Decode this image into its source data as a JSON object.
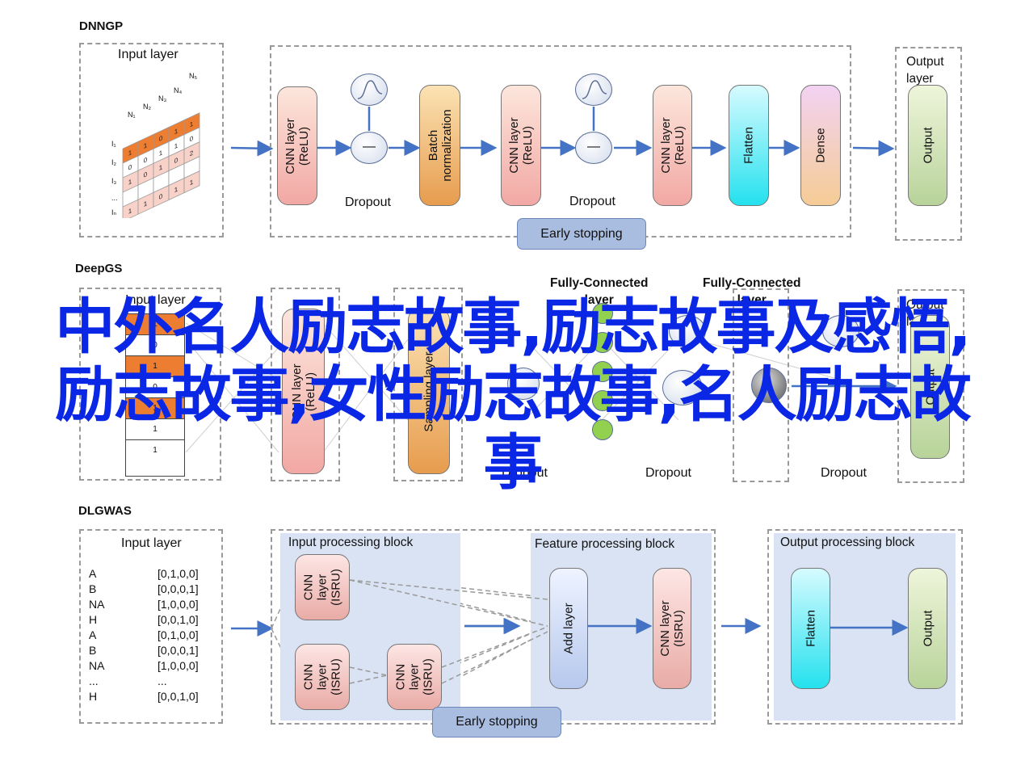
{
  "sections": {
    "dnngp": {
      "title": "DNNGP",
      "input_layer": "Input layer",
      "matrix_cols": [
        "N₁",
        "N₂",
        "N₃",
        "N₄",
        "N₅"
      ],
      "matrix_rows": [
        "I₁",
        "I₂",
        "I₃",
        "...",
        "Iₙ"
      ],
      "cnn1": "CNN layer\n(ReLU)",
      "dropout1": "Dropout",
      "batch_norm": "Batch\nnormalization",
      "cnn2": "CNN layer\n(ReLU)",
      "dropout2": "Dropout",
      "cnn3": "CNN layer\n(ReLU)",
      "flatten": "Flatten",
      "dense": "Dense",
      "output_layer": "Output\nlayer",
      "output": "Output",
      "early_stopping": "Early stopping",
      "minus": "—"
    },
    "deepgs": {
      "title": "DeepGS",
      "input_layer": "Input layer",
      "input_values": [
        "1",
        "0",
        "1",
        "0",
        "1",
        "1",
        "1"
      ],
      "cnn": "CNN layer\n(ReLU)",
      "sampling": "Sampling layer",
      "dropout1": "Dropout",
      "fc1": "Fully-Connected\nlayer",
      "dropout2": "Dropout",
      "fc2": "Fully-Connected\nlayer",
      "dropout3": "Dropout",
      "output_layer": "Output\nlayer",
      "output": "Output"
    },
    "dlgwas": {
      "title": "DLGWAS",
      "input_layer": "Input layer",
      "input_rows": [
        {
          "base": "A",
          "code": "[0,1,0,0]"
        },
        {
          "base": "B",
          "code": "[0,0,0,1]"
        },
        {
          "base": "NA",
          "code": "[1,0,0,0]"
        },
        {
          "base": "H",
          "code": "[0,0,1,0]"
        },
        {
          "base": "A",
          "code": "[0,1,0,0]"
        },
        {
          "base": "B",
          "code": "[0,0,0,1]"
        },
        {
          "base": "NA",
          "code": "[1,0,0,0]"
        },
        {
          "base": "...",
          "code": "..."
        },
        {
          "base": "H",
          "code": "[0,0,1,0]"
        }
      ],
      "input_block": "Input processing block",
      "cnn_isru_a": "CNN\nlayer\n(ISRU)",
      "cnn_isru_b": "CNN\nlayer\n(ISRU)",
      "cnn_isru_c": "CNN\nlayer\n(ISRU)",
      "feature_block": "Feature processing block",
      "add_layer": "Add layer",
      "cnn_isru_d": "CNN layer\n(ISRU)",
      "output_block": "Output processing block",
      "flatten": "Flatten",
      "output": "Output",
      "early_stopping": "Early stopping"
    }
  },
  "overlay_text": "中外名人励志故事,励志故事及感悟,励志故事,女性励志故事,名人励志故事",
  "colors": {
    "arrow": "#4472c4",
    "overlay": "#0b27e6",
    "early_stopping_fill": "#a9bde0",
    "region_fill": "#dae3f3"
  }
}
